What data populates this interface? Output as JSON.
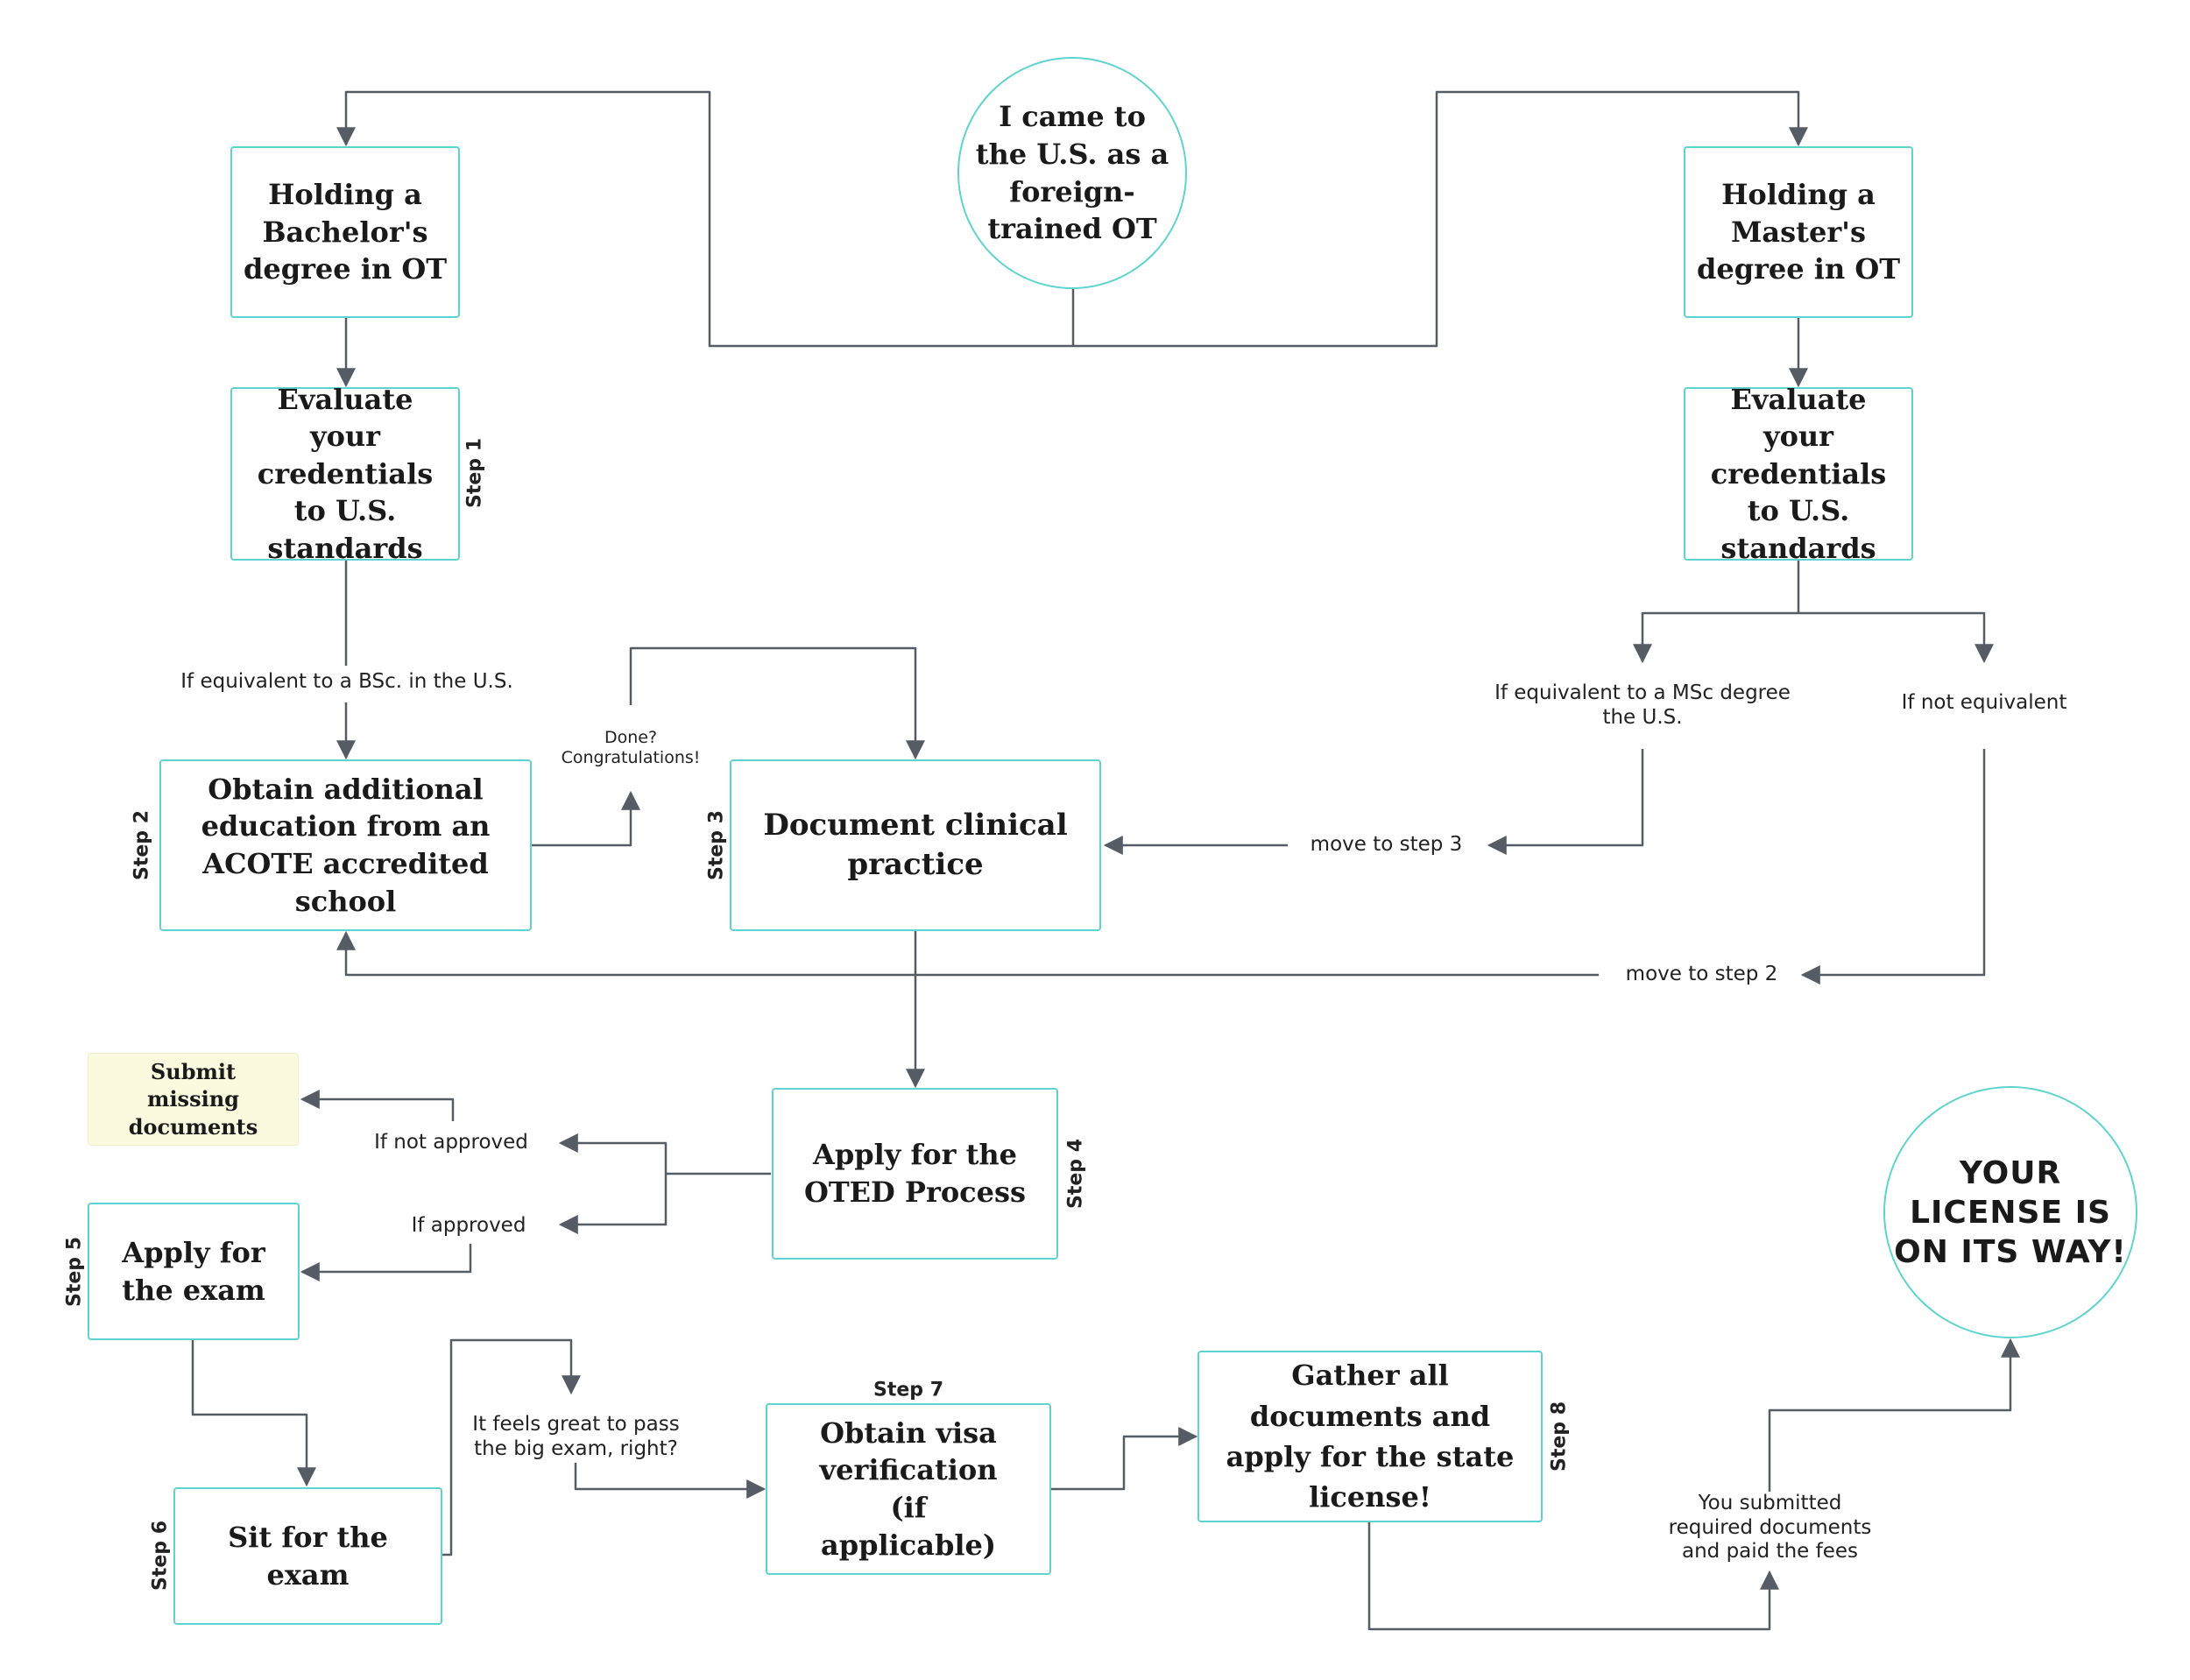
{
  "nodes": {
    "start": "I came to the U.S. as a foreign-trained OT",
    "bachelor": "Holding a Bachelor's degree in OT",
    "master": "Holding a Master's degree in OT",
    "evaluate_left": "Evaluate your credentials to U.S. standards",
    "evaluate_right": "Evaluate your credentials to U.S. standards",
    "additional_education": "Obtain additional education from an ACOTE accredited school",
    "document_practice": "Document clinical practice",
    "apply_oted": "Apply for the OTED Process",
    "submit_missing": "Submit missing documents",
    "apply_exam": "Apply for the exam",
    "sit_exam": "Sit for the exam",
    "visa": "Obtain visa verification (if applicable)",
    "state_license": "Gather all documents and apply for the state license!",
    "final": "YOUR LICENSE IS ON ITS WAY!"
  },
  "labels": {
    "if_bsc": "If equivalent to a BSc. in the U.S.",
    "done": "Done? Congratulations!",
    "if_msc": "If equivalent to a MSc degree the U.S.",
    "if_not_equivalent": "If not equivalent",
    "move_step3": "move to step 3",
    "move_step2": "move to step 2",
    "if_not_approved": "If not approved",
    "if_approved": "If approved",
    "feels_great": "It feels great to pass the big exam, right?",
    "submitted": "You submitted required documents and paid the fees"
  },
  "steps": {
    "s1": "Step 1",
    "s2": "Step 2",
    "s3": "Step 3",
    "s4": "Step 4",
    "s5": "Step 5",
    "s6": "Step 6",
    "s7": "Step 7",
    "s8": "Step 8"
  },
  "colors": {
    "box_border": "#5fd3cf",
    "connector": "#555c66",
    "note_fill": "#fbfadf"
  }
}
